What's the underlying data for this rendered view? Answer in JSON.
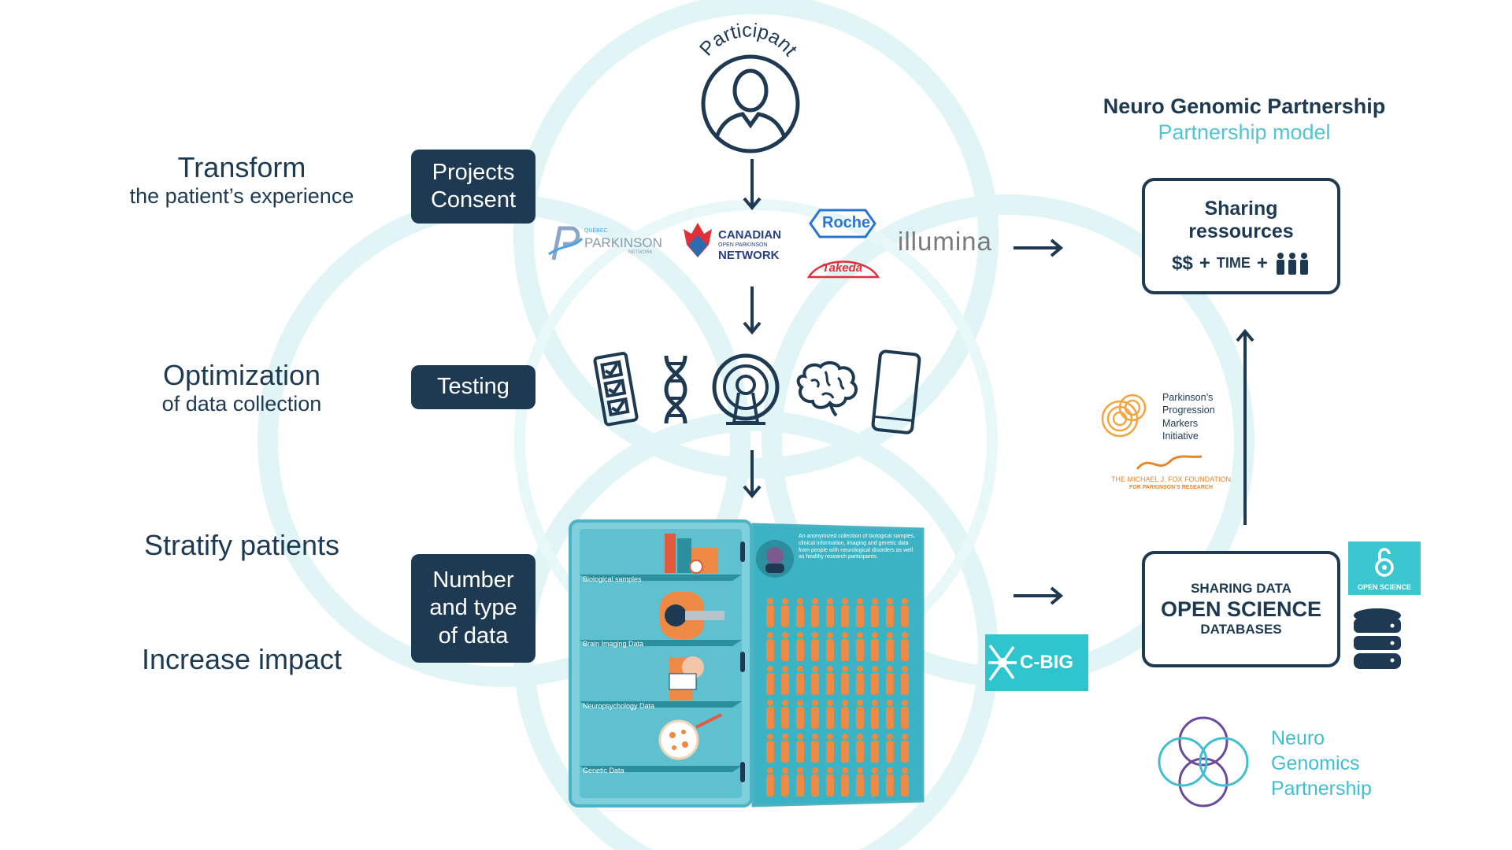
{
  "participant": {
    "label": "Participant"
  },
  "left_labels": {
    "transform": {
      "main": "Transform",
      "sub": "the patient’s experience"
    },
    "optimization": {
      "main": "Optimization",
      "sub": "of data collection"
    },
    "stratify": {
      "main": "Stratify patients"
    },
    "impact": {
      "main": "Increase impact"
    }
  },
  "boxes": {
    "projects_consent": [
      "Projects",
      "Consent"
    ],
    "testing": "Testing",
    "number_type": [
      "Number",
      "and type",
      "of data"
    ]
  },
  "logos": {
    "qpn": {
      "small": "QUÉBEC",
      "main": "PARKINSON",
      "sub": "NETWORK"
    },
    "copn": {
      "line1": "CANADIAN",
      "line2": "OPEN PARKINSON",
      "line3": "NETWORK"
    },
    "roche": "Roche",
    "takeda": "Takeda",
    "illumina": "illumina",
    "ppmi": [
      "Parkinson’s",
      "Progression",
      "Markers",
      "Initiative"
    ],
    "mjff": [
      "THE MICHAEL J. FOX FOUNDATION",
      "FOR PARKINSON’S RESEARCH"
    ],
    "cbig": "C-BIG",
    "open_science_badge": "OPEN SCIENCE"
  },
  "biobank": {
    "description": "An anonymized collection of biological samples, clinical information, imaging and genetic data from people with neurological disorders as well as healthy research participants.",
    "shelves": [
      "Biological samples",
      "Brain Imaging Data",
      "Neuropsychology Data",
      "Genetic Data"
    ]
  },
  "partnership": {
    "title": "Neuro Genomic Partnership",
    "subtitle": "Partnership model"
  },
  "sharing_resources": {
    "title_lines": [
      "Sharing",
      "ressources"
    ],
    "formula_money": "$$",
    "formula_plus": "+",
    "formula_time": "TIME"
  },
  "sharing_data": {
    "line1": "SHARING DATA",
    "line2": "OPEN SCIENCE",
    "line3": "DATABASES"
  },
  "ngp_logo": [
    "Neuro",
    "Genomics",
    "Partnership"
  ],
  "colors": {
    "navy": "#1e3a52",
    "teal": "#54c4cf",
    "light_teal": "#d8f1f3",
    "orange": "#ee8a45",
    "purple": "#7b5a8f"
  }
}
